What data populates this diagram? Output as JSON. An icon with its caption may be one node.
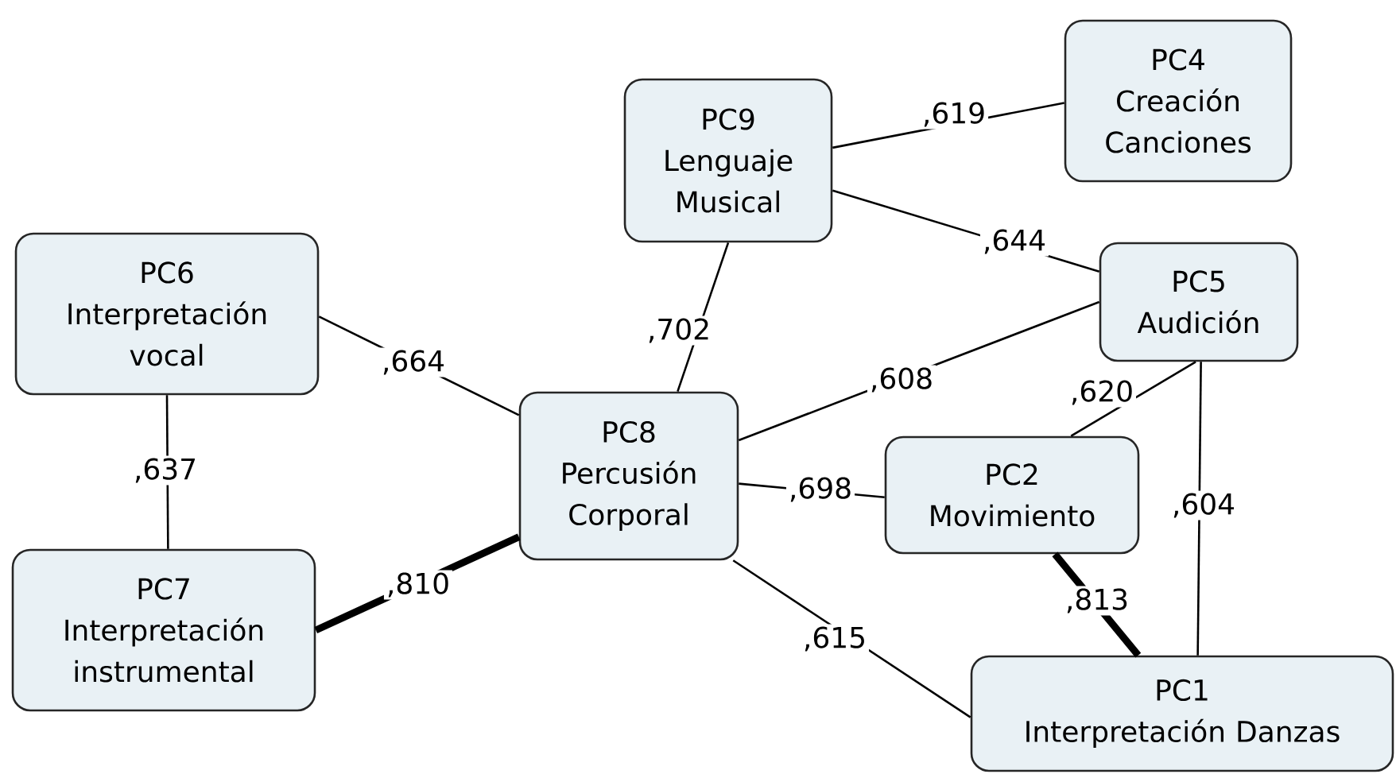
{
  "diagram": {
    "nodes": [
      {
        "text": [
          "PC9",
          "Lenguaje Musical"
        ]
      },
      {
        "text": [
          "PC4",
          "Creación Canciones"
        ]
      },
      {
        "text": [
          "PC6",
          "Interpretación vocal"
        ]
      },
      {
        "text": [
          "PC5",
          "Audición"
        ]
      },
      {
        "text": [
          "PC8",
          "Percusión Corporal"
        ]
      },
      {
        "text": [
          "PC2",
          "Movimiento"
        ]
      },
      {
        "text": [
          "PC7",
          "Interpretación instrumental"
        ]
      },
      {
        "text": [
          "PC1",
          "Interpretación Danzas"
        ]
      }
    ],
    "edges": [
      {
        "from": 0,
        "to": 1,
        "arrow": "none",
        "label": ",619"
      },
      {
        "from": 0,
        "to": 3,
        "arrow": "none",
        "label": ",644"
      },
      {
        "from": 0,
        "to": 4,
        "arrow": "none",
        "label": ",702"
      },
      {
        "from": 2,
        "to": 4,
        "arrow": "none",
        "label": ",664"
      },
      {
        "from": 2,
        "to": 6,
        "arrow": "none",
        "label": ",637"
      },
      {
        "from": 4,
        "to": 3,
        "arrow": "none",
        "label": ",608"
      },
      {
        "from": 3,
        "to": 5,
        "arrow": "none",
        "label": ",620"
      },
      {
        "from": 4,
        "to": 5,
        "arrow": "none",
        "label": ",698"
      },
      {
        "from": 3,
        "to": 7,
        "arrow": "none",
        "label": ",604"
      },
      {
        "from": 6,
        "to": 4,
        "arrow": "none",
        "label": ",810",
        "style": "thick"
      },
      {
        "from": 5,
        "to": 7,
        "arrow": "none",
        "label": ",813",
        "style": "thick"
      },
      {
        "from": 4,
        "to": 7,
        "arrow": "none",
        "label": ",615"
      }
    ]
  }
}
